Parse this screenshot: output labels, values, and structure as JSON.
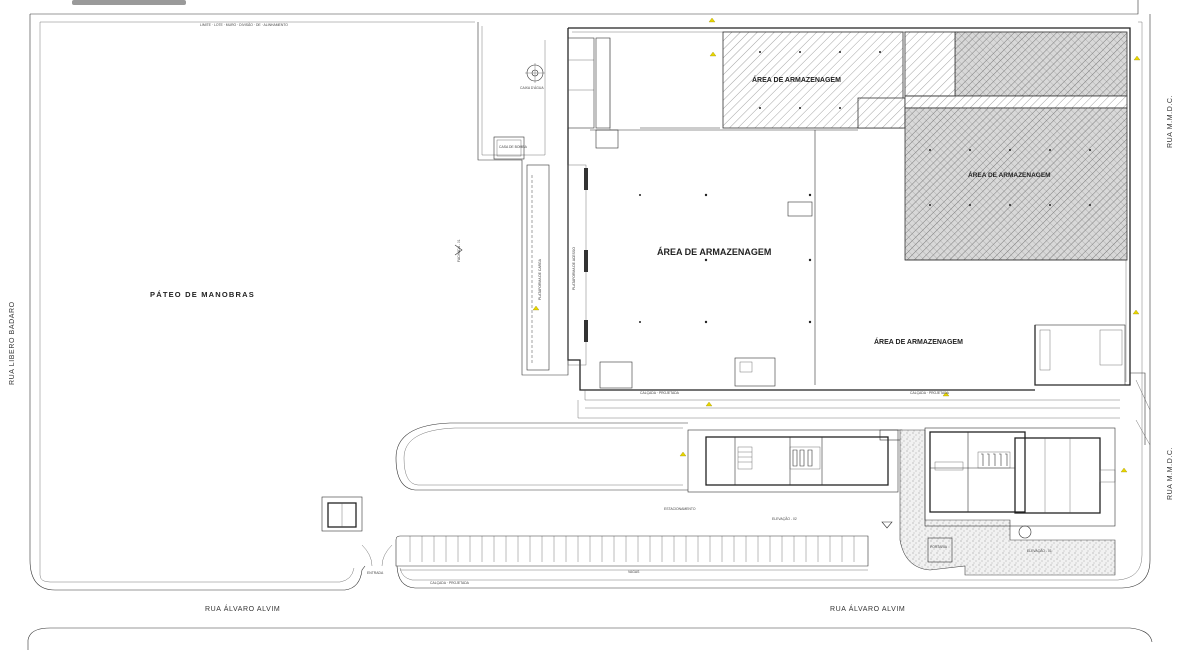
{
  "plan": {
    "areas": {
      "storage_top_left": "ÁREA DE ARMAZENAGEM",
      "storage_right_upper": "ÁREA DE ARMAZENAGEM",
      "storage_center": "ÁREA DE ARMAZENAGEM",
      "storage_right_lower": "ÁREA DE ARMAZENAGEM"
    },
    "yard": "PÁTEO DE MANOBRAS",
    "water_tank": "CAIXA D'ÁGUA",
    "guard_room": "CASA DE BOMBA",
    "elevation_01": "ELEVAÇÃO - 01",
    "elevation_02": "ELEVAÇÃO - 02",
    "facade": "FACHADA - 01",
    "parking": "ESTACIONAMENTO",
    "streets": {
      "left": "RUA   LIBERO   BADARO",
      "bottom_left": "RUA     ÁLVARO     ALVIM",
      "bottom_right": "RUA     ÁLVARO     ALVIM",
      "right_top": "RUA   M.M.D.C.",
      "right_bottom": "RUA   M.M.D.C."
    }
  }
}
